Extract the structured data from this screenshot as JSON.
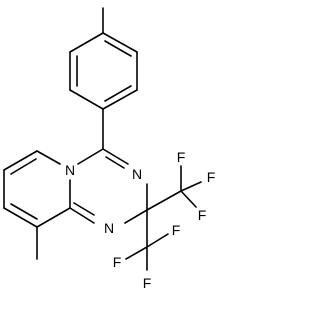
{
  "structure": {
    "atoms": {
      "n_ring": "N",
      "n_upper": "N",
      "n_lower": "N",
      "f": [
        "F",
        "F",
        "F",
        "F",
        "F",
        "F"
      ]
    }
  }
}
